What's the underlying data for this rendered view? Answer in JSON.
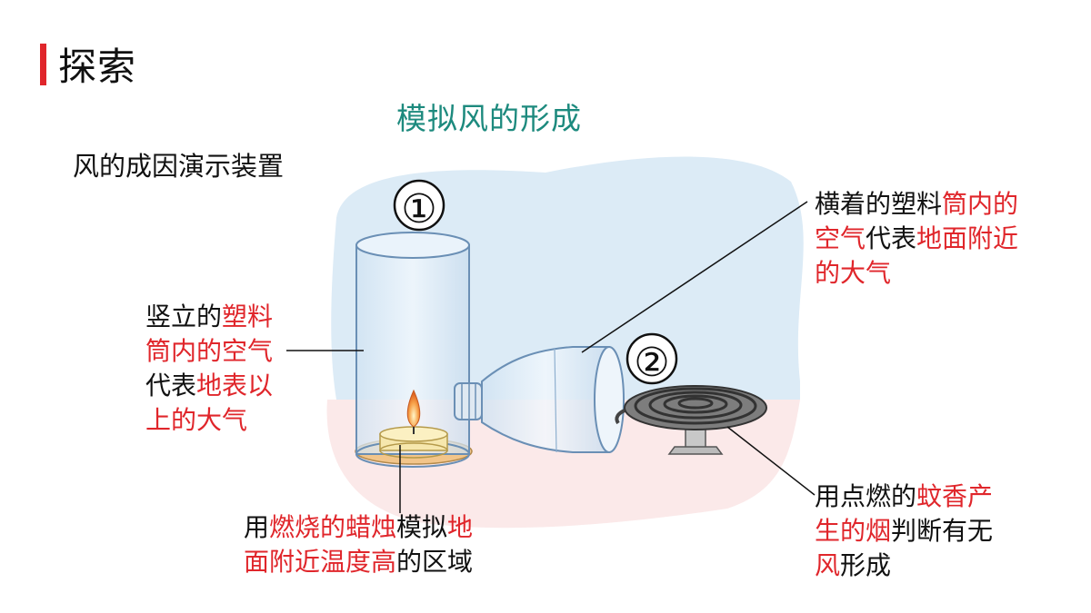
{
  "header": {
    "title": "探索"
  },
  "subtitle": "模拟风的形成",
  "device_label": "风的成因演示装置",
  "markers": {
    "one": "①",
    "two": "②"
  },
  "callouts": {
    "left": [
      "竖立的",
      "塑料",
      "筒内的空气",
      "代表",
      "地表以",
      "上的大气"
    ],
    "bottom": [
      "用",
      "燃烧的蜡烛",
      "模拟",
      "地",
      "面附近温度高",
      "的区域"
    ],
    "top_right": [
      "横着的塑料",
      "筒内的",
      "空气",
      "代表",
      "地面附近",
      "的大气"
    ],
    "bottom_right": [
      "用点燃的",
      "蚊香产",
      "生的烟",
      "判断有无",
      "风",
      "形成"
    ]
  },
  "colors": {
    "accent_red": "#e0262b",
    "subtitle_teal": "#1d8a7e",
    "sky": "#dcebf6"
  }
}
